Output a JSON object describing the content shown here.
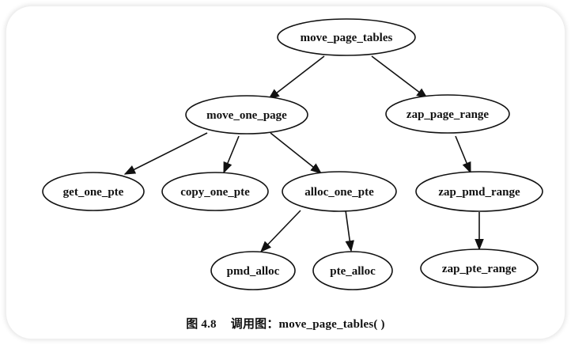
{
  "diagram": {
    "nodes": {
      "move_page_tables": "move_page_tables",
      "move_one_page": "move_one_page",
      "zap_page_range": "zap_page_range",
      "get_one_pte": "get_one_pte",
      "copy_one_pte": "copy_one_pte",
      "alloc_one_pte": "alloc_one_pte",
      "zap_pmd_range": "zap_pmd_range",
      "pmd_alloc": "pmd_alloc",
      "pte_alloc": "pte_alloc",
      "zap_pte_range": "zap_pte_range"
    },
    "edges": [
      [
        "move_page_tables",
        "move_one_page"
      ],
      [
        "move_page_tables",
        "zap_page_range"
      ],
      [
        "move_one_page",
        "get_one_pte"
      ],
      [
        "move_one_page",
        "copy_one_pte"
      ],
      [
        "move_one_page",
        "alloc_one_pte"
      ],
      [
        "alloc_one_pte",
        "pmd_alloc"
      ],
      [
        "alloc_one_pte",
        "pte_alloc"
      ],
      [
        "zap_page_range",
        "zap_pmd_range"
      ],
      [
        "zap_pmd_range",
        "zap_pte_range"
      ]
    ]
  },
  "caption": {
    "figure_number": "图 4.8",
    "text": "调用图：move_page_tables( )"
  },
  "colors": {
    "stroke": "#111111",
    "background": "#ffffff"
  }
}
